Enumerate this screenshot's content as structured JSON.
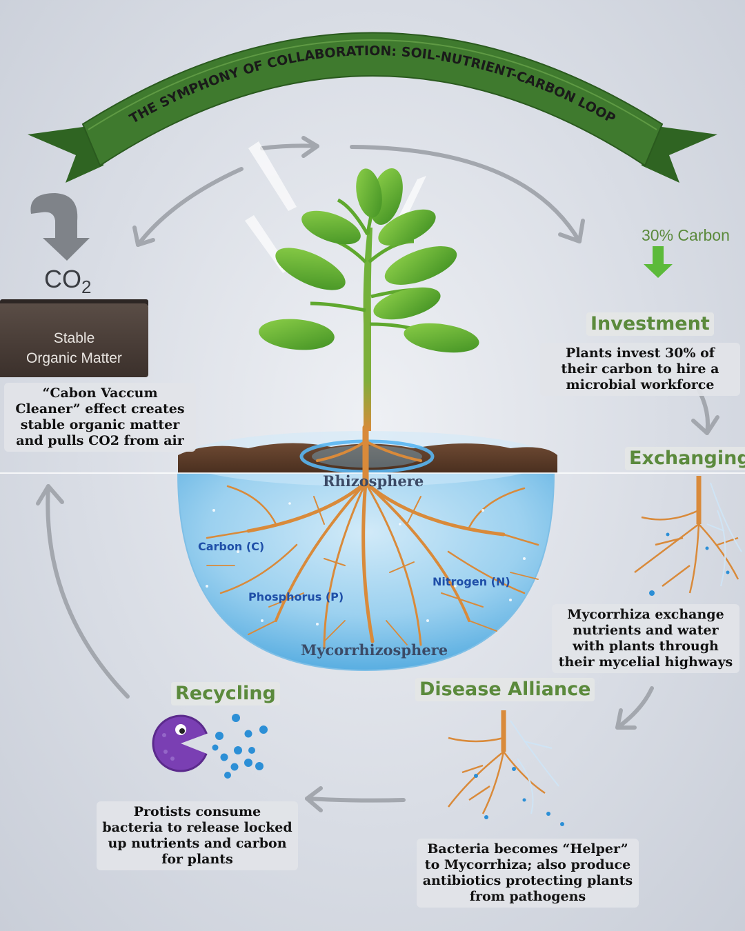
{
  "title": "THE SYMPHONY OF COLLABORATION: SOIL-NUTRIENT-CARBON LOOP",
  "carbon_percent_label": "30% Carbon",
  "co2": {
    "text": "CO",
    "subscript": "2"
  },
  "soil_block": {
    "line1": "Stable",
    "line2": "Organic Matter"
  },
  "vacuum_text": "“Cabon Vaccum Cleaner” effect creates stable organic matter and pulls CO2 from air",
  "steps": {
    "investment": {
      "heading": "Investment",
      "text": "Plants invest 30% of their carbon to hire a microbial workforce"
    },
    "exchanging": {
      "heading": "Exchanging",
      "text": "Mycorrhiza exchange nutrients and water with plants through their mycelial highways"
    },
    "disease_alliance": {
      "heading": "Disease Alliance",
      "text": "Bacteria becomes “Helper” to Mycorrhiza; also produce antibiotics protecting plants from pathogens"
    },
    "recycling": {
      "heading": "Recycling",
      "text": "Protists consume bacteria to release locked up nutrients and carbon for plants"
    }
  },
  "zones": {
    "rhizosphere": "Rhizosphere",
    "mycorrhizosphere": "Mycorrhizosphere"
  },
  "nutrients": {
    "carbon": "Carbon (C)",
    "phosphorus": "Phosphorus (P)",
    "nitrogen": "Nitrogen (N)"
  },
  "colors": {
    "banner_green": "#3f7a2e",
    "heading_green": "#5b8a3c",
    "root_orange": "#d98a3a",
    "sphere_blue": "#7fc4ec",
    "nutrient_blue": "#1f4fa8",
    "arrow_gray": "#a3a7ae"
  }
}
